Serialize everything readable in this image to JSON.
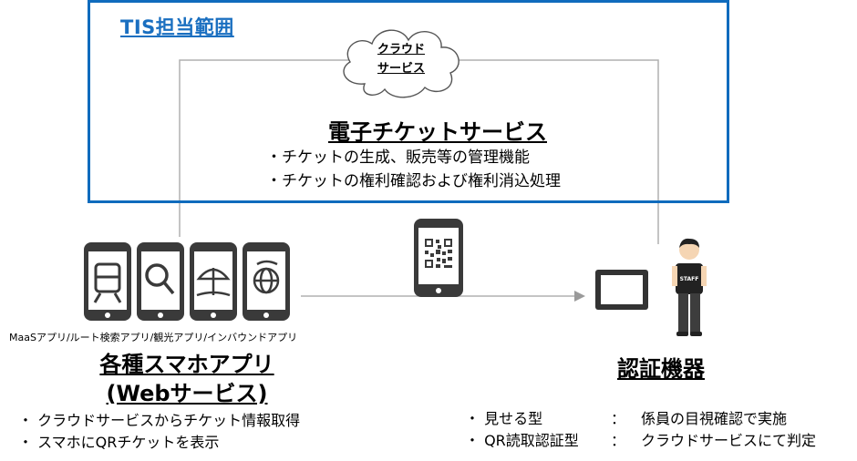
{
  "scope": {
    "label": "TIS担当範囲"
  },
  "cloud": {
    "line1": "クラウド",
    "line2": "サービス"
  },
  "ticket_service": {
    "title": "電子チケットサービス",
    "bullets": [
      "・チケットの生成、販売等の管理機能",
      "・チケットの権利確認および権利消込処理"
    ]
  },
  "apps": {
    "caption": "MaaSアプリ/ルート検索アプリ/観光アプリ/インバウンドアプリ",
    "title_line1": "各種スマホアプリ",
    "title_line2": "(Webサービス)",
    "bullets": [
      "・ クラウドサービスからチケット情報取得",
      "・ スマホにQRチケットを表示"
    ],
    "icons": [
      "train-icon",
      "search-icon",
      "beach-umbrella-icon",
      "globe-icon"
    ]
  },
  "device": {
    "title": "認証機器",
    "rows": [
      {
        "label": "・ 見せる型",
        "sep": "：",
        "desc": "係員の目視確認で実施"
      },
      {
        "label": "・ QR読取認証型",
        "sep": "：",
        "desc": "クラウドサービスにて判定"
      }
    ],
    "staff_text": "STAFF"
  },
  "colors": {
    "frame": "#0f6bbd",
    "label": "#1a6fc0",
    "phone": "#3a3a3a",
    "line": "#b0b0b0"
  }
}
